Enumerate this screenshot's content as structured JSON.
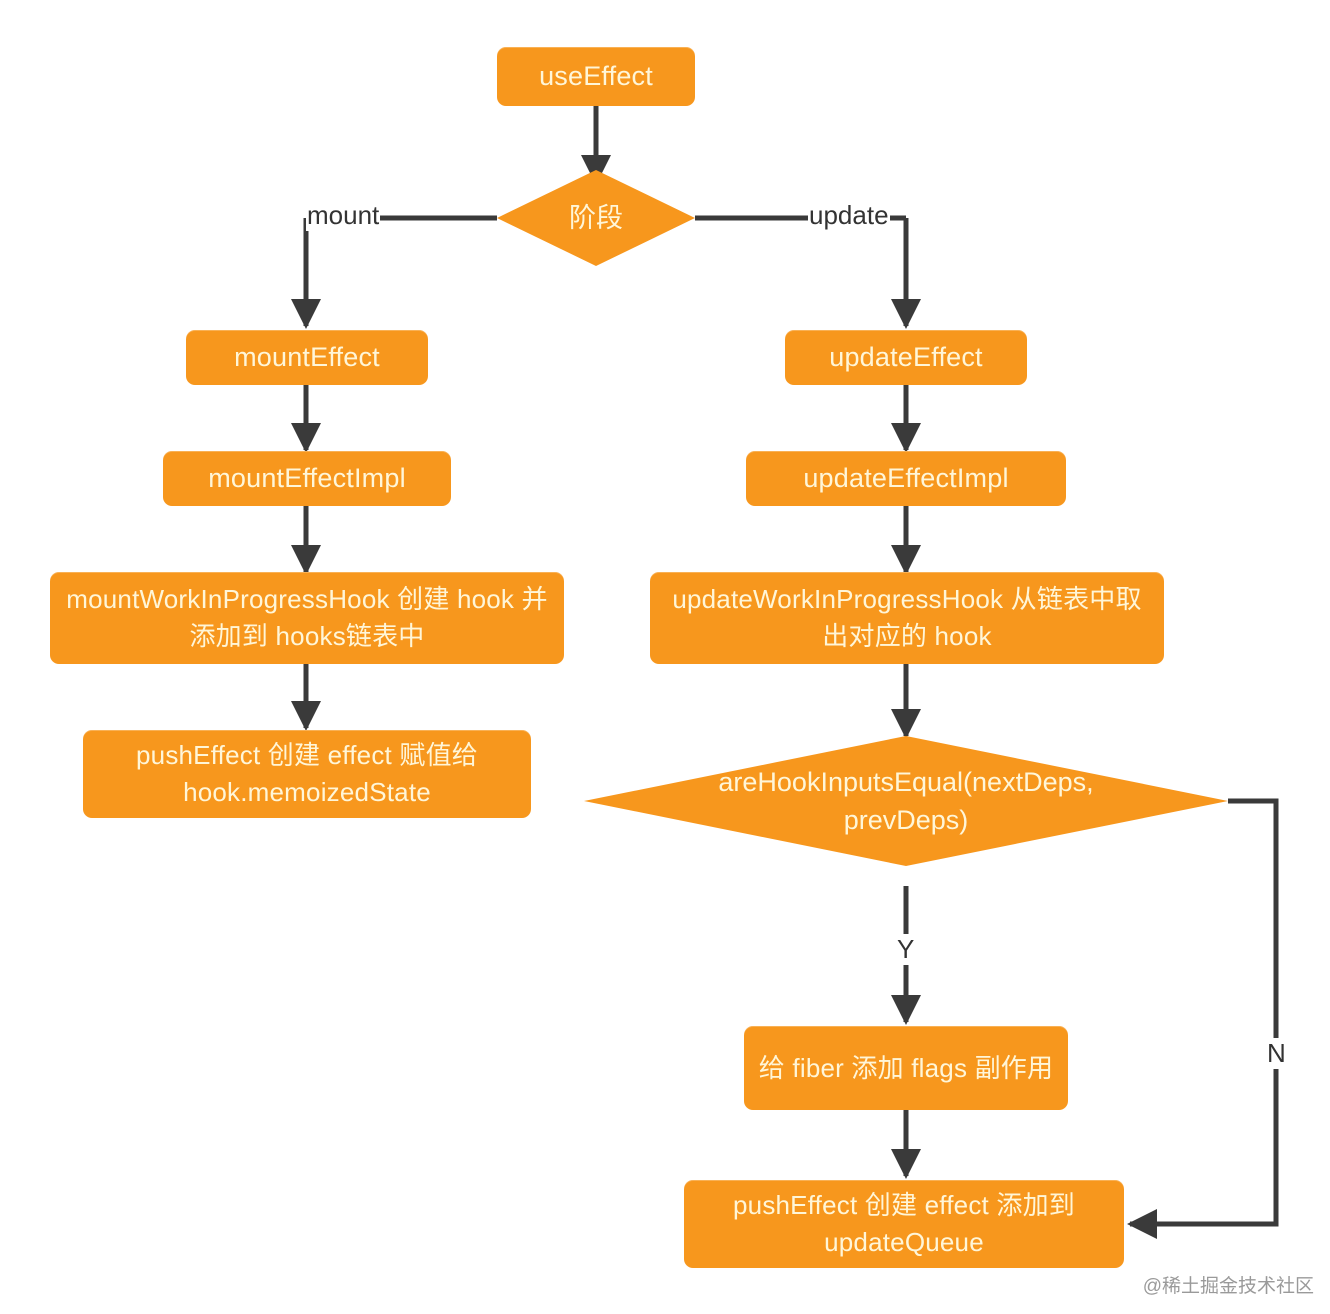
{
  "diagram": {
    "title_node": "useEffect",
    "watermark": "@稀土掘金技术社区",
    "colors": {
      "node_fill": "#F7971D",
      "node_text": "#FFF6D8",
      "edge": "#333333",
      "background": "#FFFFFF"
    },
    "nodes": {
      "use_effect": "useEffect",
      "phase_decision": "阶段",
      "mount_effect": "mountEffect",
      "mount_effect_impl": "mountEffectImpl",
      "mount_wip_hook": "mountWorkInProgressHook 创建 hook 并添加到 hooks链表中",
      "push_effect_memoized": "pushEffect 创建 effect 赋值给 hook.memoizedState",
      "update_effect": "updateEffect",
      "update_effect_impl": "updateEffectImpl",
      "update_wip_hook": "updateWorkInProgressHook 从链表中取出对应的 hook",
      "are_hook_inputs_equal": "areHookInputsEqual(nextDeps, prevDeps)",
      "add_flags": "给 fiber 添加 flags 副作用",
      "push_effect_queue": "pushEffect 创建 effect 添加到 updateQueue"
    },
    "edge_labels": {
      "mount": "mount",
      "update": "update",
      "yes": "Y",
      "no": "N"
    }
  }
}
